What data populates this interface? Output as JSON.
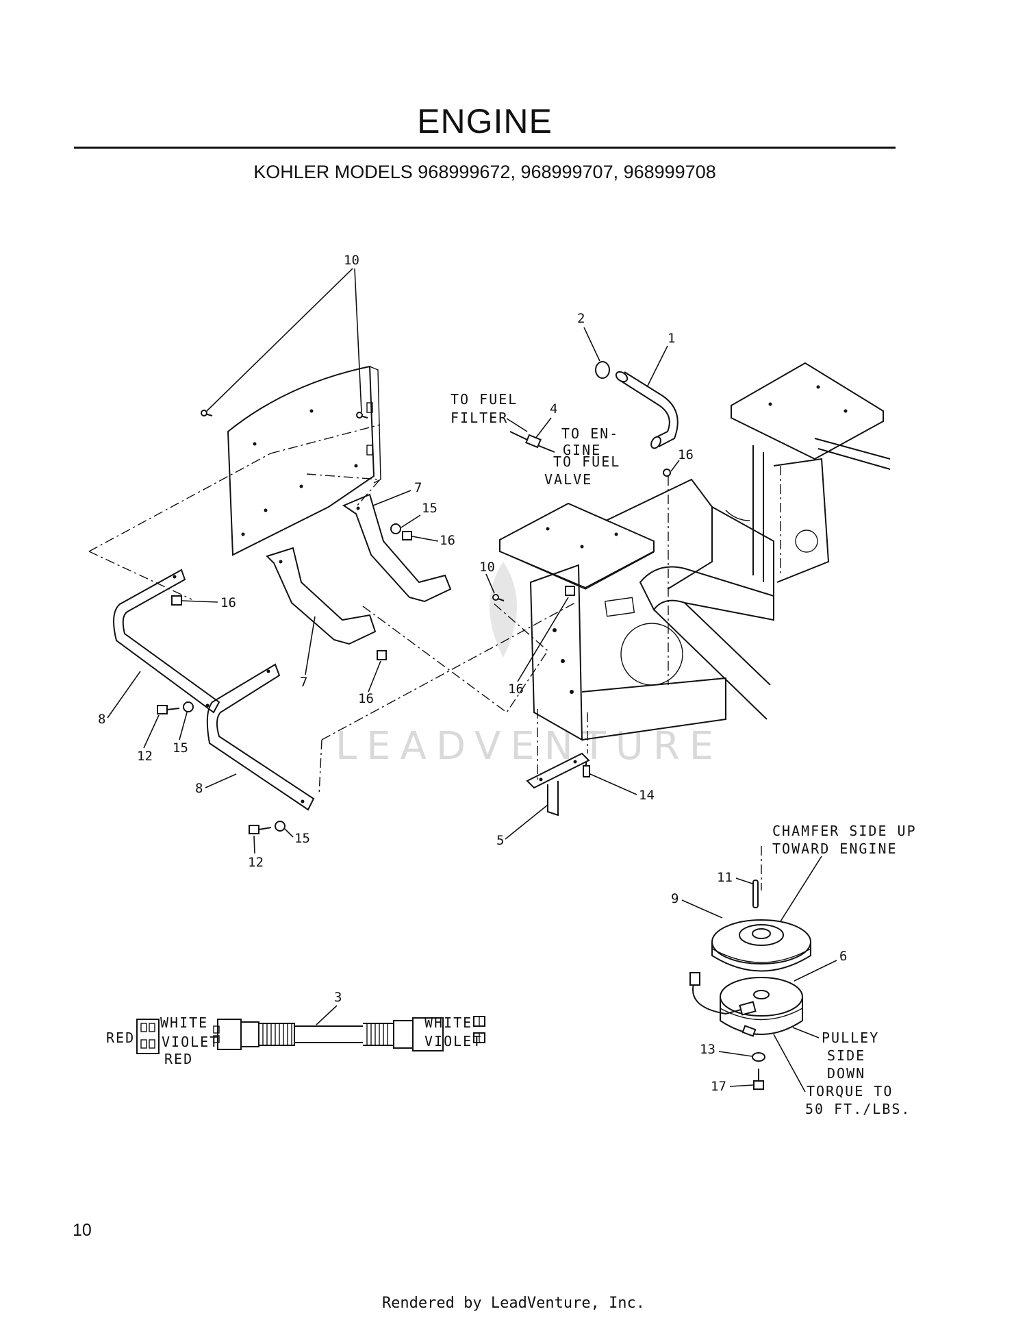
{
  "page": {
    "title": "ENGINE",
    "subtitle": "KOHLER MODELS 968999672, 968999707, 968999708",
    "page_number": "10",
    "footer": "Rendered by LeadVenture, Inc."
  },
  "watermark": {
    "text": "LEADVENTURE"
  },
  "callouts": {
    "c1": "1",
    "c2": "2",
    "c3": "3",
    "c4": "4",
    "c5": "5",
    "c6": "6",
    "c7a": "7",
    "c7b": "7",
    "c8a": "8",
    "c8b": "8",
    "c9": "9",
    "c10a": "10",
    "c10b": "10",
    "c11": "11",
    "c12a": "12",
    "c12b": "12",
    "c13": "13",
    "c14": "14",
    "c15a": "15",
    "c15b": "15",
    "c15c": "15",
    "c16a": "16",
    "c16b": "16",
    "c16c": "16",
    "c16d": "16",
    "c16e": "16",
    "c17": "17"
  },
  "notes": {
    "to_fuel_filter_1": "TO FUEL",
    "to_fuel_filter_2": "FILTER",
    "to_engine_1": "TO EN-",
    "to_engine_2": "GINE",
    "to_fuel_valve_1": "TO FUEL",
    "to_fuel_valve_2": "VALVE",
    "chamfer_1": "CHAMFER SIDE UP",
    "chamfer_2": "TOWARD ENGINE",
    "pulley_1": "PULLEY",
    "pulley_2": "SIDE",
    "pulley_3": "DOWN",
    "torque_1": "TORQUE TO",
    "torque_2": "50 FT./LBS."
  },
  "harness": {
    "left_red": "RED",
    "left_white": "WHITE",
    "left_violet": "VIOLET",
    "left_red_2": "RED",
    "right_white": "WHITE",
    "right_violet": "VIOLET"
  }
}
